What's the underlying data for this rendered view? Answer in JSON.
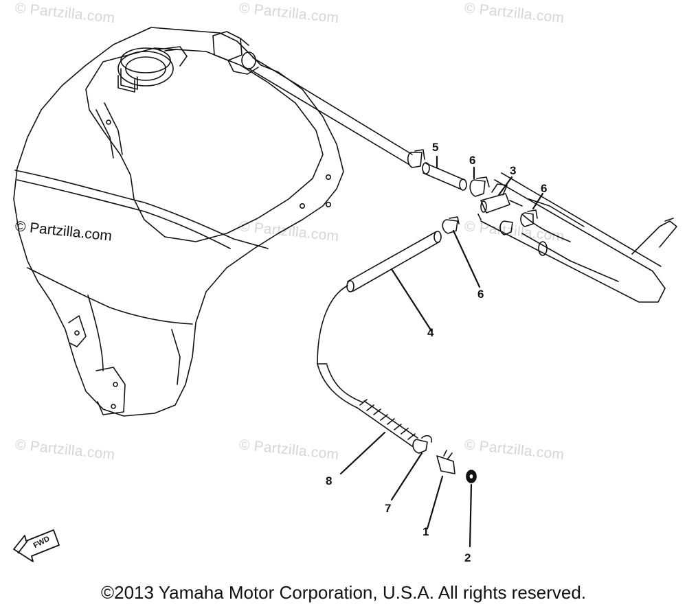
{
  "watermark_text": "© Partzilla.com",
  "watermark_prominent": "© Partzilla.com",
  "callouts": [
    "1",
    "2",
    "3",
    "4",
    "5",
    "6",
    "6",
    "6",
    "7",
    "8"
  ],
  "fwd_label": "FWD",
  "copyright": "©2013 Yamaha Motor Corporation, U.S.A. All rights reserved.",
  "colors": {
    "line": "#111111",
    "watermark": "#d6d6d6",
    "background": "#ffffff"
  }
}
